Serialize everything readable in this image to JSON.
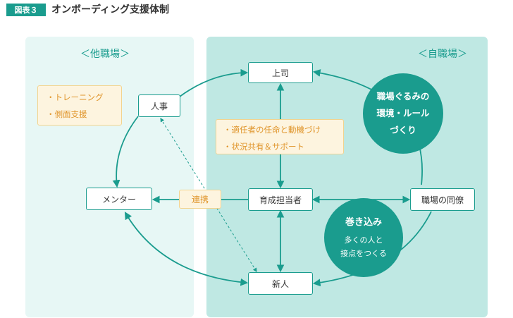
{
  "header": {
    "tag": "図表３",
    "title": "オンボーディング支援体制"
  },
  "panels": {
    "left_label": "＜他職場＞",
    "right_label": "＜自職場＞"
  },
  "nodes": {
    "jinji": "人事",
    "joushi": "上司",
    "mentor": "メンター",
    "ikusei": "育成担当者",
    "douryou": "職場の同僚",
    "shinjin": "新人"
  },
  "notes": {
    "left": [
      "・トレーニング",
      "・側面支援"
    ],
    "center": [
      "・適任者の任命と動機づけ",
      "・状況共有＆サポート"
    ],
    "renkei": "連携"
  },
  "circles": {
    "top": [
      "職場ぐるみの",
      "環境・ルール",
      "づくり"
    ],
    "bottom_title": "巻き込み",
    "bottom_lines": [
      "多くの人と",
      "接点をつくる"
    ]
  },
  "colors": {
    "accent": "#1a9c8e",
    "note_text": "#e0952b"
  }
}
